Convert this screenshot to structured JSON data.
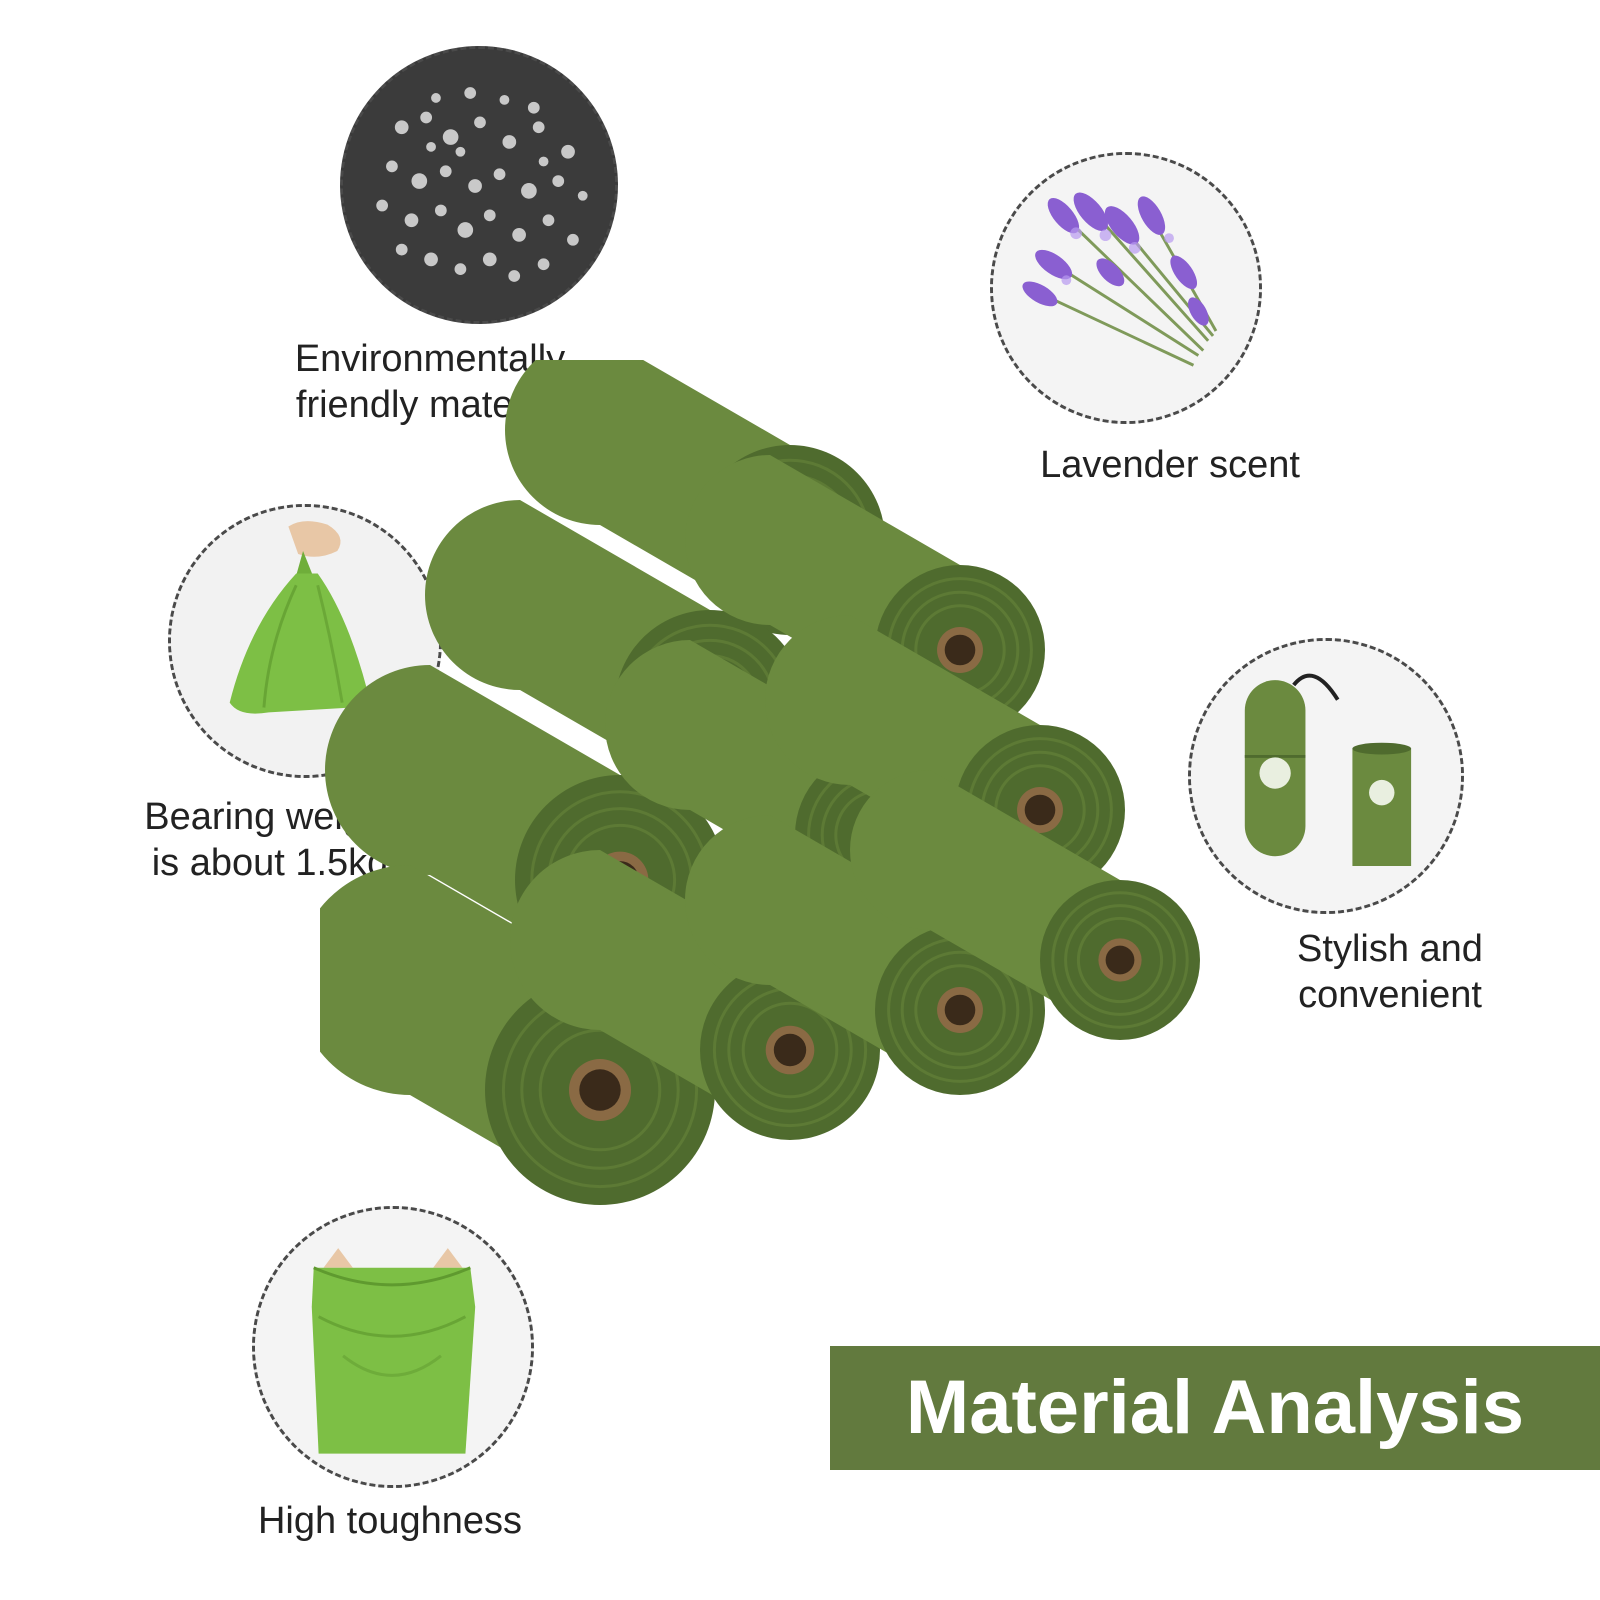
{
  "features": {
    "material": {
      "caption_line1": "Environmentally",
      "caption_line2": "friendly material",
      "icon": "granules-icon"
    },
    "scent": {
      "caption": "Lavender scent",
      "icon": "lavender-icon"
    },
    "weight": {
      "caption_line1": "Bearing weight",
      "caption_line2": "is about 1.5kg",
      "icon": "hanging-bag-icon"
    },
    "dispenser": {
      "caption_line1": "Stylish and",
      "caption_line2": "convenient",
      "icon": "dispenser-icon"
    },
    "toughness": {
      "caption": "High toughness",
      "icon": "stretched-bag-icon"
    }
  },
  "banner": {
    "title": "Material Analysis"
  },
  "colors": {
    "roll_green": "#6b8a3f",
    "roll_dark": "#4f6b2e",
    "core": "#8a6a44",
    "banner": "#627a3e",
    "lavender": "#8a5fd1"
  }
}
